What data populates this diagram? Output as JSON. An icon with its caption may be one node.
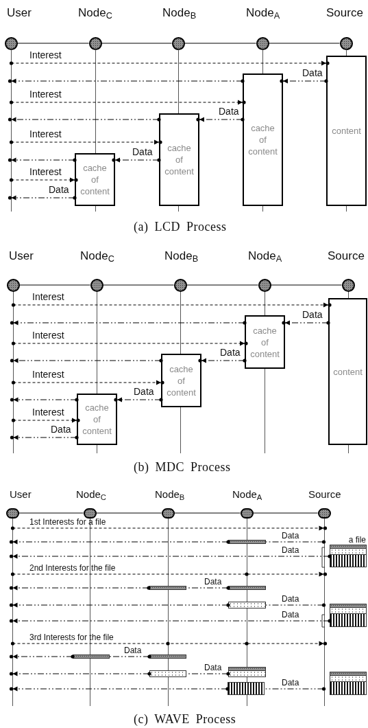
{
  "diagram": {
    "nodes": [
      {
        "text": [
          "User"
        ]
      },
      {
        "text": [
          "Node$_{C}$"
        ]
      },
      {
        "text": [
          "Node$_{B}$"
        ]
      },
      {
        "text": [
          "Node$_{A}$"
        ]
      },
      {
        "text": [
          "Source"
        ]
      },
      {
        "text": [],
        "shape": "line"
      },
      {
        "text": [],
        "shape": "line"
      },
      {
        "text": [],
        "shape": "line"
      },
      {
        "text": [],
        "shape": "line"
      },
      {
        "text": [],
        "shape": "line"
      },
      {
        "text": [
          "content"
        ]
      },
      {
        "text": [
          "cache of content"
        ]
      },
      {
        "text": [
          "cache of content"
        ]
      },
      {
        "text": [
          "cache of content"
        ]
      },
      {
        "text": [
          "User"
        ]
      },
      {
        "text": [
          "Node$_{C}$"
        ]
      },
      {
        "text": [
          "Node$_{B}$"
        ]
      },
      {
        "text": [
          "Node$_{A}$"
        ]
      },
      {
        "text": [
          "Source"
        ]
      },
      {
        "text": [],
        "shape": "line"
      },
      {
        "text": [],
        "shape": "line"
      },
      {
        "text": [],
        "shape": "line"
      },
      {
        "text": [],
        "shape": "line"
      },
      {
        "text": [],
        "shape": "line"
      },
      {
        "text": [
          "content"
        ]
      },
      {
        "text": [
          "cache of content"
        ]
      },
      {
        "text": [
          "cache of content"
        ]
      },
      {
        "text": [
          "cache of content"
        ]
      },
      {
        "text": [
          "User"
        ]
      },
      {
        "text": [
          "Node$_{C}$"
        ]
      },
      {
        "text": [
          "Node$_{B}$"
        ]
      },
      {
        "text": [
          "Node$_{A}$"
        ]
      },
      {
        "text": [
          "Source"
        ]
      },
      {
        "text": [],
        "shape": "line"
      },
      {
        "text": [],
        "shape": "line"
      },
      {
        "text": [],
        "shape": "line"
      },
      {
        "text": [],
        "shape": "line"
      },
      {
        "text": [],
        "shape": "line"
      },
      {
        "text": [],
        "shape": "bar"
      },
      {
        "text": [
          "a file"
        ]
      },
      {
        "text": [],
        "shape": "bar"
      },
      {
        "text": [],
        "shape": "bar"
      },
      {
        "text": [],
        "shape": "bar"
      },
      {
        "text": [],
        "shape": "box"
      },
      {
        "text": [],
        "shape": "bar"
      },
      {
        "text": [],
        "shape": "bar"
      },
      {
        "text": [],
        "shape": "bar"
      },
      {
        "text": [],
        "shape": "bar"
      },
      {
        "text": [],
        "shape": "box"
      },
      {
        "text": [],
        "shape": "bar"
      }
    ],
    "edges": [
      {
        "from": 0,
        "to": 1,
        "arrow": "none"
      },
      {
        "from": 1,
        "to": 2,
        "arrow": "none"
      },
      {
        "from": 2,
        "to": 3,
        "arrow": "none"
      },
      {
        "from": 3,
        "to": 4,
        "arrow": "none"
      },
      {
        "from": 5,
        "to": 10,
        "arrow": "to",
        "label": "Interest",
        "style": "dashed"
      },
      {
        "from": 10,
        "to": 11,
        "arrow": "to",
        "label": "Data",
        "style": "dashed"
      },
      {
        "from": 11,
        "to": 5,
        "arrow": "to",
        "style": "dashed"
      },
      {
        "from": 5,
        "to": 11,
        "arrow": "to",
        "label": "Interest",
        "style": "dashed"
      },
      {
        "from": 11,
        "to": 12,
        "arrow": "to",
        "label": "Data",
        "style": "dashed"
      },
      {
        "from": 12,
        "to": 5,
        "arrow": "to",
        "style": "dashed"
      },
      {
        "from": 5,
        "to": 12,
        "arrow": "to",
        "label": "Interest",
        "style": "dashed"
      },
      {
        "from": 12,
        "to": 13,
        "arrow": "to",
        "label": "Data",
        "style": "dashed"
      },
      {
        "from": 13,
        "to": 5,
        "arrow": "to",
        "style": "dashed"
      },
      {
        "from": 5,
        "to": 13,
        "arrow": "to",
        "label": "Interest",
        "style": "dashed"
      },
      {
        "from": 13,
        "to": 5,
        "arrow": "to",
        "label": "Data",
        "style": "dashed"
      },
      {
        "from": 14,
        "to": 15,
        "arrow": "none"
      },
      {
        "from": 15,
        "to": 16,
        "arrow": "none"
      },
      {
        "from": 16,
        "to": 17,
        "arrow": "none"
      },
      {
        "from": 17,
        "to": 18,
        "arrow": "none"
      },
      {
        "from": 19,
        "to": 24,
        "arrow": "to",
        "label": "Interest",
        "style": "dashed"
      },
      {
        "from": 24,
        "to": 25,
        "arrow": "to",
        "label": "Data",
        "style": "dashed"
      },
      {
        "from": 25,
        "to": 19,
        "arrow": "to",
        "style": "dashed"
      },
      {
        "from": 19,
        "to": 25,
        "arrow": "to",
        "label": "Interest",
        "style": "dashed"
      },
      {
        "from": 25,
        "to": 26,
        "arrow": "to",
        "label": "Data",
        "style": "dashed"
      },
      {
        "from": 26,
        "to": 19,
        "arrow": "to",
        "style": "dashed"
      },
      {
        "from": 19,
        "to": 26,
        "arrow": "to",
        "label": "Interest",
        "style": "dashed"
      },
      {
        "from": 26,
        "to": 27,
        "arrow": "to",
        "label": "Data",
        "style": "dashed"
      },
      {
        "from": 27,
        "to": 19,
        "arrow": "to",
        "style": "dashed"
      },
      {
        "from": 19,
        "to": 27,
        "arrow": "to",
        "label": "Interest",
        "style": "dashed"
      },
      {
        "from": 27,
        "to": 19,
        "arrow": "to",
        "label": "Data",
        "style": "dashed"
      },
      {
        "from": 28,
        "to": 29,
        "arrow": "none"
      },
      {
        "from": 29,
        "to": 30,
        "arrow": "none"
      },
      {
        "from": 30,
        "to": 31,
        "arrow": "none"
      },
      {
        "from": 31,
        "to": 32,
        "arrow": "none"
      },
      {
        "from": 33,
        "to": 37,
        "arrow": "to",
        "label": "1st Interests for a file",
        "style": "dashed"
      },
      {
        "from": 37,
        "to": 38,
        "arrow": "other",
        "label": "Data",
        "style": "dashed"
      },
      {
        "from": 38,
        "to": 33,
        "arrow": "to",
        "style": "dashed"
      },
      {
        "from": 39,
        "to": 33,
        "arrow": "to",
        "label": "Data",
        "style": "dashed"
      },
      {
        "from": 33,
        "to": 37,
        "arrow": "to",
        "label": "2nd Interests for the file",
        "style": "dashed"
      },
      {
        "from": 41,
        "to": 40,
        "arrow": "other",
        "label": "Data",
        "style": "dashed"
      },
      {
        "from": 40,
        "to": 33,
        "arrow": "to",
        "style": "dashed"
      },
      {
        "from": 37,
        "to": 42,
        "arrow": "other",
        "label": "Data",
        "style": "dashed"
      },
      {
        "from": 42,
        "to": 33,
        "arrow": "to",
        "style": "dashed"
      },
      {
        "from": 43,
        "to": 33,
        "arrow": "to",
        "label": "Data",
        "style": "dashed"
      },
      {
        "from": 33,
        "to": 37,
        "arrow": "to",
        "label": "3rd Interests for the file",
        "style": "dashed"
      },
      {
        "from": 45,
        "to": 44,
        "arrow": "other",
        "label": "Data",
        "style": "dashed"
      },
      {
        "from": 44,
        "to": 33,
        "arrow": "to",
        "style": "dashed"
      },
      {
        "from": 46,
        "to": 47,
        "arrow": "other",
        "label": "Data",
        "style": "dashed"
      },
      {
        "from": 47,
        "to": 33,
        "arrow": "to",
        "style": "dashed"
      },
      {
        "from": 37,
        "to": 49,
        "arrow": "other",
        "label": "Data",
        "style": "dashed"
      },
      {
        "from": 49,
        "to": 33,
        "arrow": "to",
        "style": "dashed"
      }
    ],
    "labels": [
      "(a) LCD Process",
      "(b) MDC Process",
      "(c) WAVE Process"
    ]
  }
}
